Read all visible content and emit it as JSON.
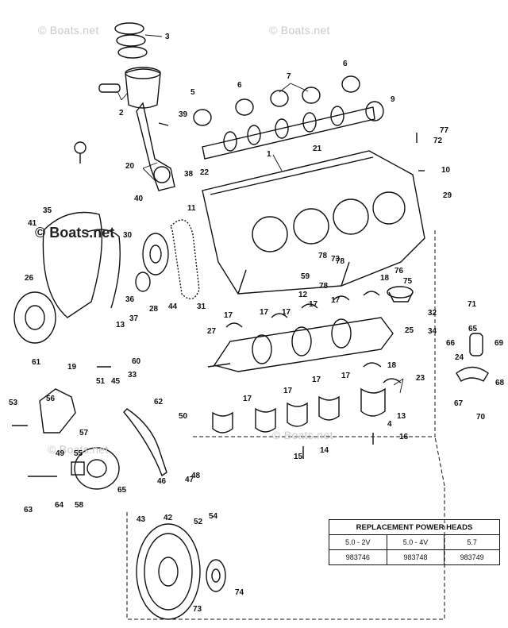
{
  "watermark": {
    "text": "© Boats.net",
    "bold_text": "Boats.net",
    "bold_prefix": "©"
  },
  "callouts": [
    "1",
    "2",
    "3",
    "4",
    "5",
    "6",
    "6",
    "7",
    "9",
    "10",
    "11",
    "12",
    "13",
    "13",
    "14",
    "15",
    "16",
    "17",
    "17",
    "17",
    "17",
    "17",
    "17",
    "17",
    "17",
    "17",
    "18",
    "18",
    "19",
    "20",
    "21",
    "22",
    "23",
    "24",
    "25",
    "26",
    "27",
    "28",
    "29",
    "30",
    "31",
    "32",
    "33",
    "34",
    "35",
    "36",
    "37",
    "38",
    "39",
    "40",
    "41",
    "42",
    "43",
    "44",
    "45",
    "46",
    "47",
    "48",
    "49",
    "50",
    "51",
    "52",
    "53",
    "54",
    "55",
    "56",
    "57",
    "58",
    "59",
    "60",
    "61",
    "62",
    "63",
    "64",
    "65",
    "65",
    "66",
    "67",
    "68",
    "69",
    "70",
    "71",
    "72",
    "73",
    "73",
    "74",
    "75",
    "76",
    "77",
    "78",
    "78",
    "78"
  ],
  "replacement_table": {
    "title": "REPLACEMENT POWER HEADS",
    "headers": [
      "5.0 - 2V",
      "5.0 - 4V",
      "5.7"
    ],
    "values": [
      "983746",
      "983748",
      "983749"
    ]
  }
}
